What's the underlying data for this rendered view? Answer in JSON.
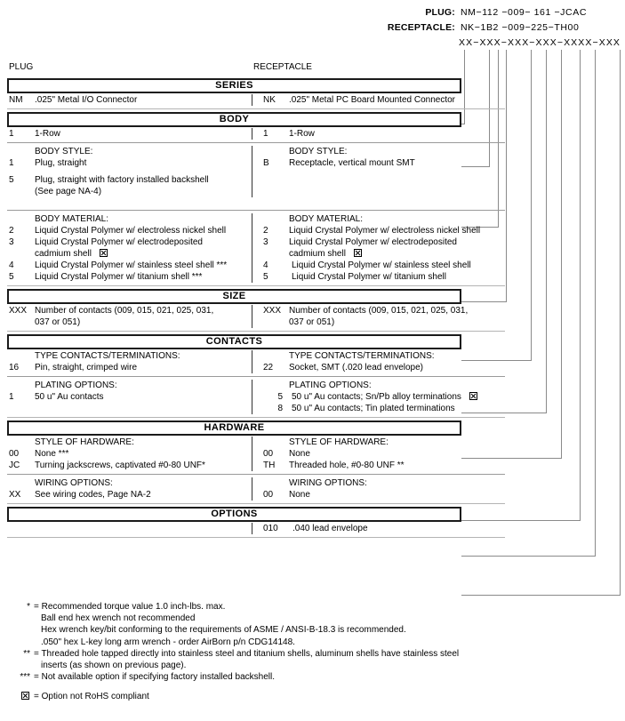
{
  "part_number_header": {
    "rows": [
      {
        "label": "PLUG:",
        "value": "NM−112 −009− 161 −JCAC"
      },
      {
        "label": "RECEPTACLE:",
        "value": "NK−1B2 −009−225−TH00"
      }
    ],
    "mask": "XX−XXX−XXX−XXX−XXXX−XXX"
  },
  "column_headers": {
    "plug": "PLUG",
    "receptacle": "RECEPTACLE"
  },
  "sections": [
    {
      "banner": "SERIES",
      "groups": [
        {
          "plug": {
            "title": "",
            "options": [
              {
                "code": "NM",
                "desc": ".025\" Metal I/O Connector"
              }
            ]
          },
          "recep": {
            "title": "",
            "options": [
              {
                "code": "NK",
                "desc": ".025\" Metal PC Board Mounted Connector"
              }
            ]
          }
        }
      ]
    },
    {
      "banner": "BODY",
      "groups": [
        {
          "plug": {
            "title": "",
            "options": [
              {
                "code": "1",
                "desc": "1-Row"
              }
            ]
          },
          "recep": {
            "title": "",
            "options": [
              {
                "code": "1",
                "desc": "1-Row"
              }
            ]
          }
        },
        {
          "plug": {
            "title": "BODY STYLE:",
            "options": [
              {
                "code": "1",
                "desc": "Plug, straight"
              },
              {
                "code": "5",
                "desc": "Plug, straight with factory installed backshell",
                "cont": "(See page NA-4)"
              }
            ]
          },
          "recep": {
            "title": "BODY STYLE:",
            "options": [
              {
                "code": "B",
                "desc": "Receptacle, vertical mount SMT"
              }
            ]
          }
        },
        {
          "plug": {
            "title": "BODY MATERIAL:",
            "options": [
              {
                "code": "2",
                "desc": "Liquid Crystal Polymer w/ electroless nickel shell"
              },
              {
                "code": "3",
                "desc": "Liquid Crystal Polymer w/ electrodeposited",
                "cont": "cadmium shell",
                "cont_rohs": true
              },
              {
                "code": "4",
                "desc": "Liquid Crystal Polymer w/ stainless steel shell ***"
              },
              {
                "code": "5",
                "desc": "Liquid Crystal Polymer w/ titanium shell ***"
              }
            ]
          },
          "recep": {
            "title": "BODY MATERIAL:",
            "options": [
              {
                "code": "2",
                "desc": "Liquid Crystal Polymer w/ electroless nickel shell"
              },
              {
                "code": "3",
                "desc": "Liquid Crystal Polymer w/ electrodeposited",
                "cont": "cadmium shell",
                "cont_rohs": true
              },
              {
                "code": "4",
                "desc": "Liquid Crystal Polymer w/ stainless steel shell"
              },
              {
                "code": "5",
                "desc": "Liquid Crystal Polymer w/ titanium shell"
              }
            ]
          }
        }
      ]
    },
    {
      "banner": "SIZE",
      "groups": [
        {
          "plug": {
            "title": "",
            "options": [
              {
                "code": "XXX",
                "desc": "Number of contacts (009, 015, 021, 025, 031,",
                "cont": "037 or 051)"
              }
            ]
          },
          "recep": {
            "title": "",
            "options": [
              {
                "code": "XXX",
                "desc": "Number of contacts (009, 015, 021, 025, 031,",
                "cont": "037 or 051)"
              }
            ]
          }
        }
      ]
    },
    {
      "banner": "CONTACTS",
      "groups": [
        {
          "plug": {
            "title": "TYPE CONTACTS/TERMINATIONS:",
            "options": [
              {
                "code": "16",
                "desc": "Pin, straight, crimped wire"
              }
            ]
          },
          "recep": {
            "title": "TYPE CONTACTS/TERMINATIONS:",
            "options": [
              {
                "code": "22",
                "desc": "Socket, SMT (.020 lead envelope)"
              }
            ]
          }
        },
        {
          "plug": {
            "title": "PLATING OPTIONS:",
            "options": [
              {
                "code": "1",
                "desc": "50 u\" Au contacts"
              }
            ]
          },
          "recep": {
            "title": "PLATING OPTIONS:",
            "options": [
              {
                "code": "5",
                "code_right": true,
                "desc": "50 u\" Au contacts; Sn/Pb alloy terminations",
                "desc_rohs": true
              },
              {
                "code": "8",
                "code_right": true,
                "desc": " 50 u\" Au contacts; Tin plated terminations"
              }
            ]
          }
        }
      ]
    },
    {
      "banner": "HARDWARE",
      "groups": [
        {
          "plug": {
            "title": "STYLE OF HARDWARE:",
            "options": [
              {
                "code": "00",
                "desc": "None  ***"
              },
              {
                "code": "JC",
                "desc": "Turning jackscrews, captivated #0-80 UNF*"
              }
            ]
          },
          "recep": {
            "title": "STYLE OF HARDWARE:",
            "options": [
              {
                "code": "00",
                "desc": "None"
              },
              {
                "code": "TH",
                "desc": "Threaded hole, #0-80 UNF  **"
              }
            ]
          }
        },
        {
          "plug": {
            "title": "WIRING OPTIONS:",
            "options": [
              {
                "code": "XX",
                "desc": "See wiring codes, Page NA-2"
              }
            ]
          },
          "recep": {
            "title": "WIRING OPTIONS:",
            "options": [
              {
                "code": "00",
                "desc": "None"
              }
            ]
          }
        }
      ]
    },
    {
      "banner": "OPTIONS",
      "groups": [
        {
          "plug": {
            "title": "",
            "options": []
          },
          "recep": {
            "title": "",
            "options": [
              {
                "code": "010",
                "desc": ".040 lead envelope"
              }
            ]
          }
        }
      ]
    }
  ],
  "footnotes": [
    {
      "mark": "*",
      "lines": [
        "= Recommended torque value 1.0 inch-lbs. max.",
        "Ball end hex wrench not recommended",
        "Hex wrench key/bit conforming to the requirements of ASME / ANSI-B-18.3 is recommended.",
        ".050\" hex L-key long arm wrench - order AirBorn p/n CDG14148."
      ]
    },
    {
      "mark": "**",
      "lines": [
        "= Threaded hole tapped directly into stainless steel and titanium shells, aluminum shells have stainless steel",
        "inserts (as shown on previous page)."
      ]
    },
    {
      "mark": "***",
      "lines": [
        "= Not available option if specifying factory installed backshell."
      ]
    }
  ],
  "rohs_legend": "= Option not RoHS compliant"
}
